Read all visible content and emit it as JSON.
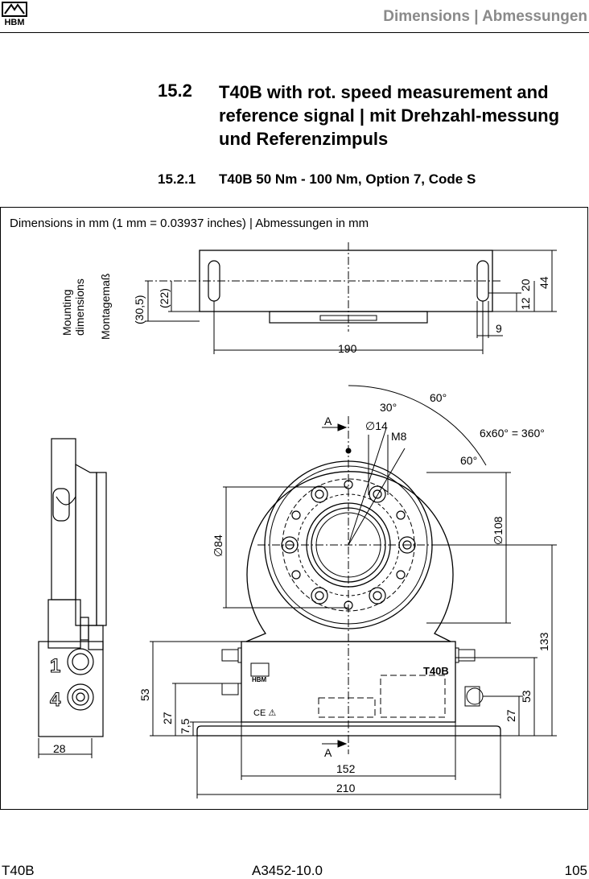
{
  "header": {
    "logo_text": "HBM",
    "title": "Dimensions | Abmessungen"
  },
  "section": {
    "number": "15.2",
    "title": "T40B with rot. speed measurement and reference signal | mit Drehzahl-messung und Referenzimpuls"
  },
  "subsection": {
    "number": "15.2.1",
    "title": "T40B 50 Nm - 100 Nm, Option 7, Code S"
  },
  "figure": {
    "caption": "Dimensions in mm (1 mm = 0.03937 inches) | Abmessungen in mm",
    "mounting_label_en_1": "Mounting",
    "mounting_label_en_2": "dimensions",
    "mounting_label_de": "Montagemaß",
    "dim_305": "(30,5)",
    "dim_22": "(22)",
    "dim_12": "12",
    "dim_20": "20",
    "dim_44": "44",
    "dim_9": "9",
    "dim_190": "190",
    "angle_60_top": "60°",
    "angle_30": "30°",
    "dim_dia14": "∅14",
    "thread_m8": "M8",
    "angle_6x60": "6x60° = 360°",
    "angle_60_right": "60°",
    "dim_dia84": "∅84",
    "dim_dia108": "∅108",
    "dim_133": "133",
    "dim_53_left": "53",
    "dim_27_left": "27",
    "dim_75": "7,5",
    "dim_53_right": "53",
    "dim_27_right": "27",
    "dim_28": "28",
    "dim_152": "152",
    "dim_210": "210",
    "section_mark": "A",
    "connector_1": "1",
    "connector_4": "4",
    "product_label": "T40B",
    "plate_logo": "HBM",
    "ce_mark": "CE ⚠"
  },
  "footer": {
    "product": "T40B",
    "doc_number": "A3452-10.0",
    "page": "105"
  }
}
